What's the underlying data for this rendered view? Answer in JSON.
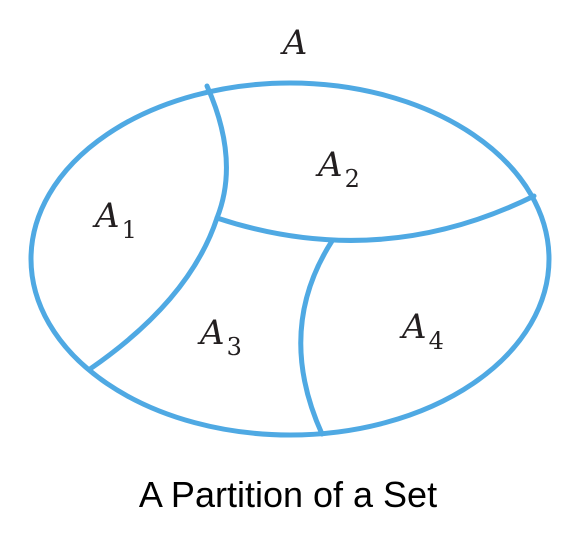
{
  "colors": {
    "boundary": "#4fa9e3",
    "text": "#231f20",
    "background": "#ffffff"
  },
  "set": {
    "label": "A"
  },
  "parts": [
    {
      "letter": "A",
      "subscript": "1"
    },
    {
      "letter": "A",
      "subscript": "2"
    },
    {
      "letter": "A",
      "subscript": "3"
    },
    {
      "letter": "A",
      "subscript": "4"
    }
  ],
  "caption": "A Partition of a Set"
}
